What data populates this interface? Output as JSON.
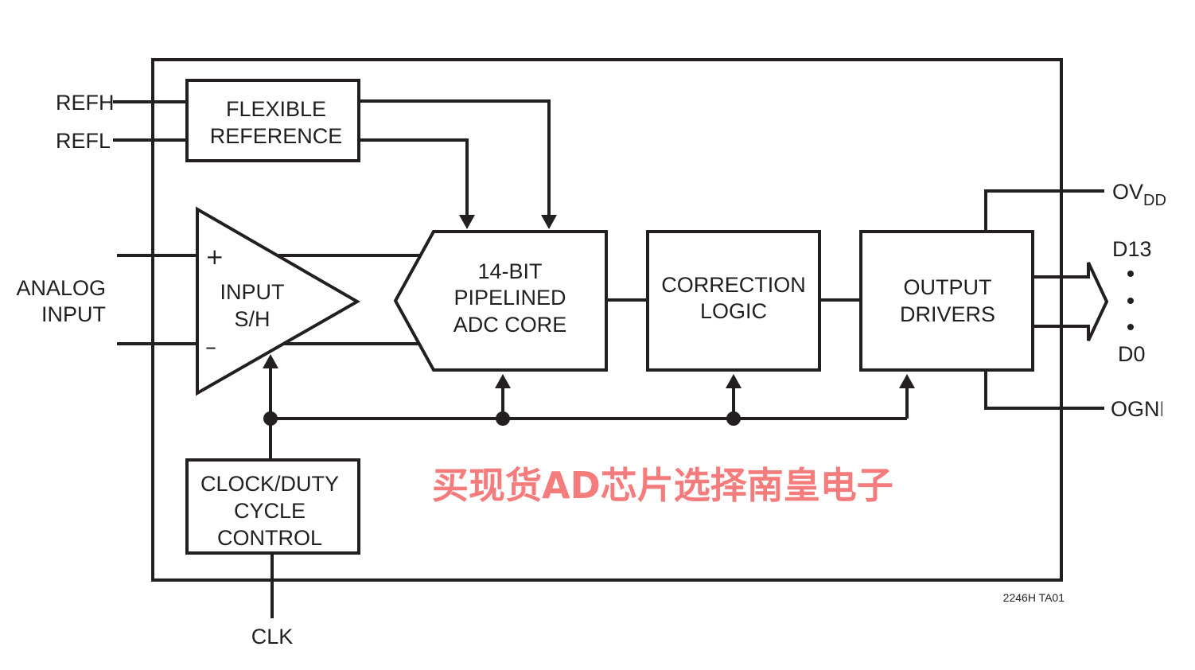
{
  "pins": {
    "refh": "REFH",
    "refl": "REFL",
    "analog_input_line1": "ANALOG",
    "analog_input_line2": "INPUT",
    "clk": "CLK",
    "ovdd_main": "OV",
    "ovdd_sub": "DD",
    "d13": "D13",
    "d0": "D0",
    "ognd": "OGND"
  },
  "blocks": {
    "flexible_reference": [
      "FLEXIBLE",
      "REFERENCE"
    ],
    "input_sh": [
      "INPUT",
      "S/H"
    ],
    "adc_core": [
      "14-BIT",
      "PIPELINED",
      "ADC CORE"
    ],
    "correction_logic": [
      "CORRECTION",
      "LOGIC"
    ],
    "output_drivers": [
      "OUTPUT",
      "DRIVERS"
    ],
    "clock_duty_cycle": [
      "CLOCK/DUTY",
      "CYCLE",
      "CONTROL"
    ]
  },
  "input_signs": {
    "plus": "+",
    "minus": "–"
  },
  "figure_id": "2246H TA01",
  "watermark": "买现货AD芯片选择南皇电子"
}
